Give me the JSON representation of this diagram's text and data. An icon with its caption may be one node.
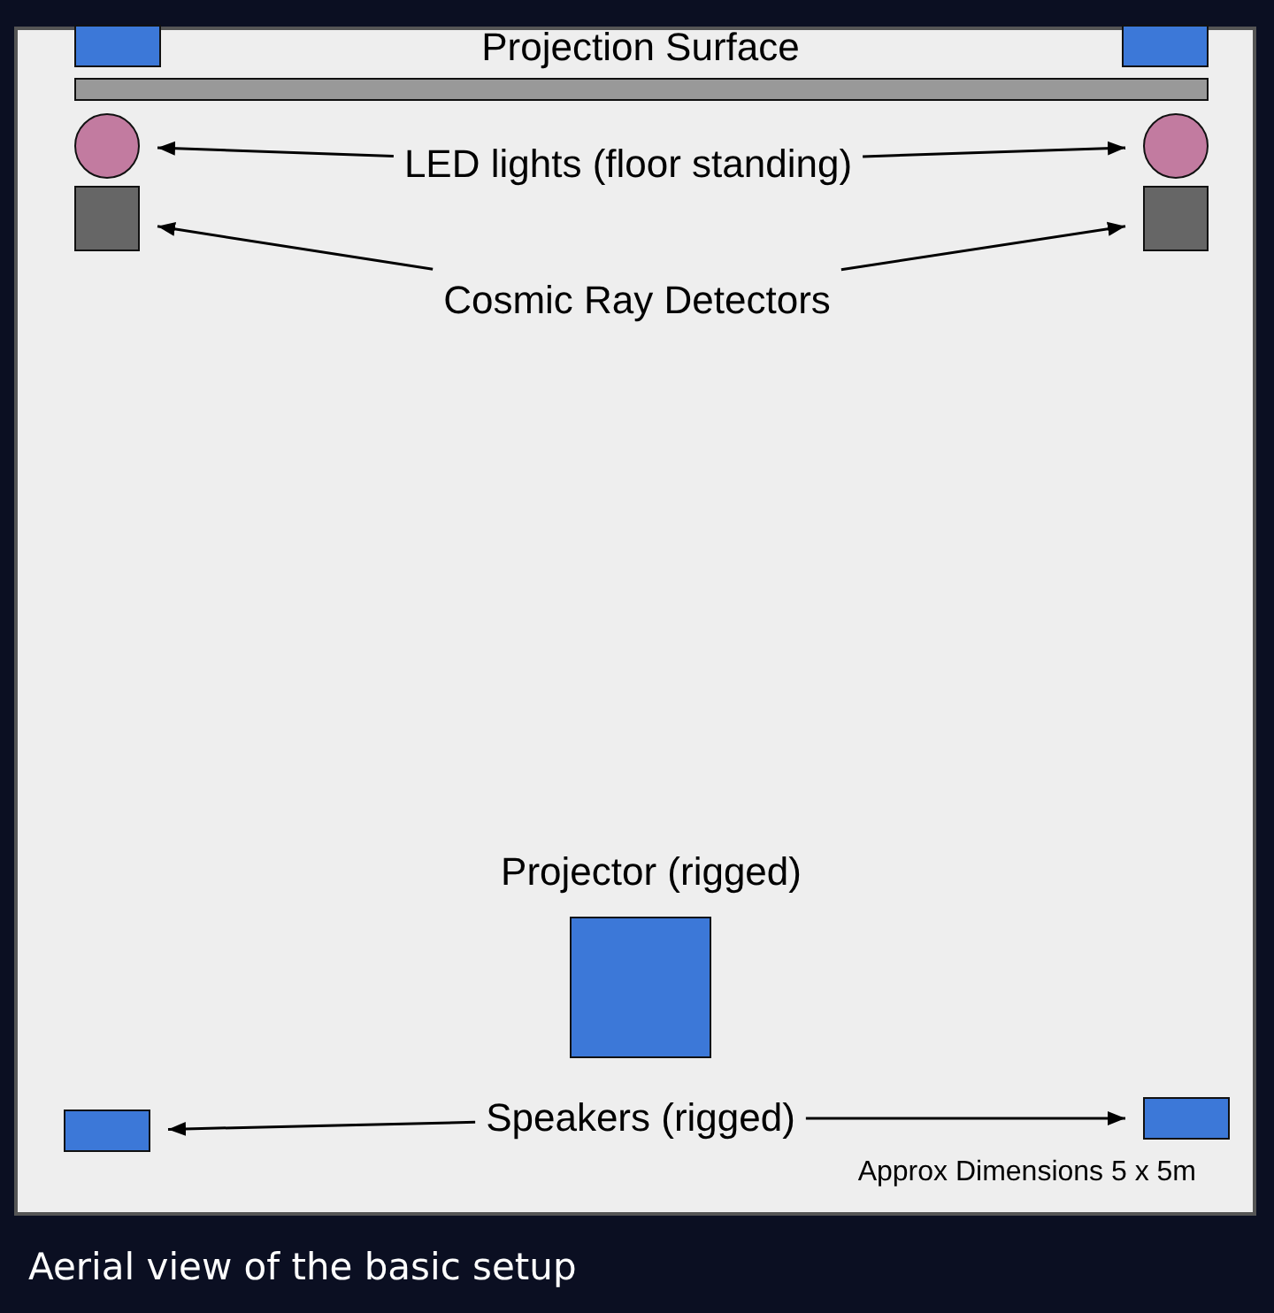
{
  "diagram": {
    "caption": "Aerial view of the basic setup",
    "nodes": [
      {
        "text": [],
        "shape": "box"
      },
      {
        "text": [],
        "shape": "box"
      },
      {
        "text": [
          "Projection Surface"
        ]
      },
      {
        "text": [],
        "shape": "circle"
      },
      {
        "text": [
          "LED lights (floor standing)"
        ]
      },
      {
        "text": [],
        "shape": "circle"
      },
      {
        "text": [],
        "shape": "box"
      },
      {
        "text": [
          "Cosmic Ray Detectors"
        ]
      },
      {
        "text": [],
        "shape": "box"
      },
      {
        "text": [
          "Projector (rigged)"
        ]
      },
      {
        "text": [],
        "shape": "box"
      },
      {
        "text": [
          "Speakers (rigged)"
        ]
      },
      {
        "text": [],
        "shape": "box"
      }
    ],
    "edges": [
      {
        "from": 4,
        "to": 3,
        "arrow": "to"
      },
      {
        "from": 4,
        "to": 5,
        "arrow": "to"
      },
      {
        "from": 7,
        "to": 6,
        "arrow": "to"
      },
      {
        "from": 7,
        "to": 8,
        "arrow": "to"
      },
      {
        "from": 11,
        "to": 10,
        "arrow": "to"
      },
      {
        "from": 11,
        "to": 12,
        "arrow": "to"
      }
    ],
    "labels": [
      "Approx Dimensions 5 x 5m"
    ]
  }
}
